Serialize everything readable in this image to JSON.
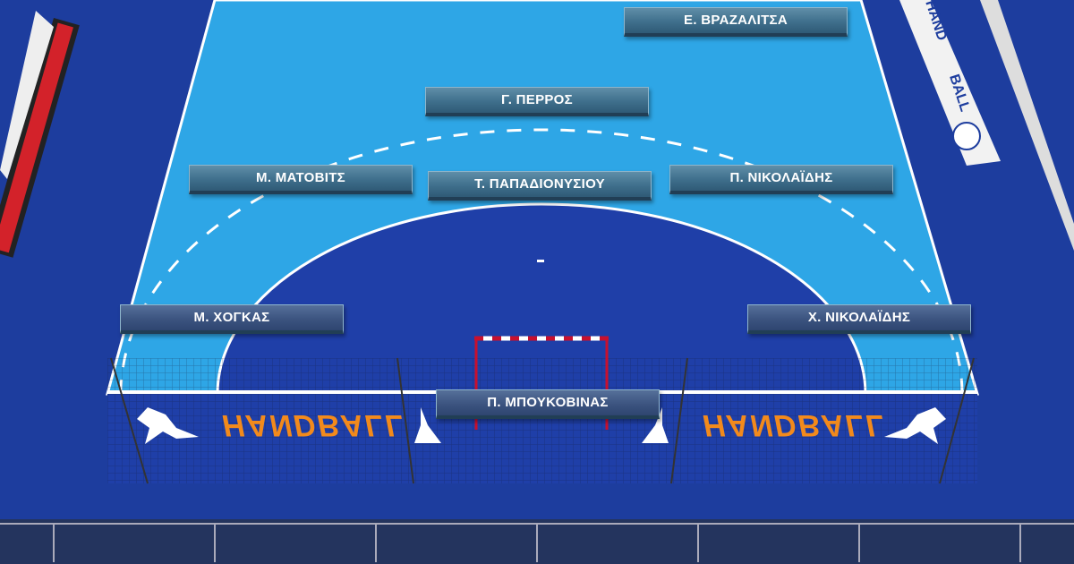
{
  "players": [
    {
      "name": "Ε. ΒΡΑΖΑΛΙΤΣΑ"
    },
    {
      "name": "Γ. ΠΕΡΡΟΣ"
    },
    {
      "name": "Μ. ΜΑΤΟΒΙΤΣ"
    },
    {
      "name": "Τ. ΠΑΠΑΔΙΟΝΥΣΙΟΥ"
    },
    {
      "name": "Π. ΝΙΚΟΛΑΪΔΗΣ"
    },
    {
      "name": "Μ. ΧΟΓΚΑΣ"
    },
    {
      "name": "Χ. ΝΙΚΟΛΑΪΔΗΣ"
    },
    {
      "name": "Π. ΜΠΟΥΚΟΒΙΝΑΣ"
    }
  ],
  "court_text": {
    "handball": "HANDBALL",
    "banner_hand": "HAND",
    "banner_ball": "BALL"
  },
  "colors": {
    "court": "#2ea6e6",
    "floor": "#1d3d9e",
    "label": "#3f6f8c",
    "brand_text": "#f28a1c"
  }
}
